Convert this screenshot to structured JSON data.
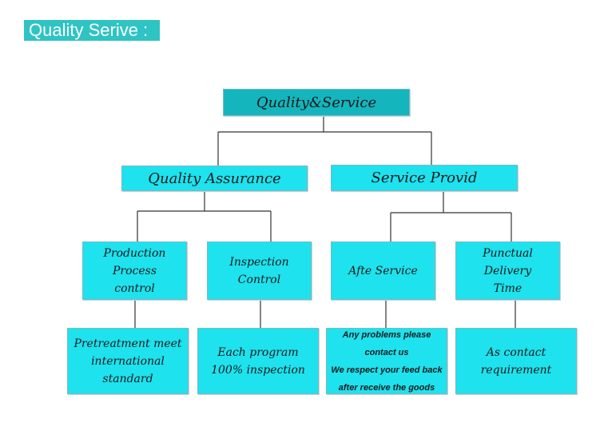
{
  "banner": {
    "title": "Quality Serive :"
  },
  "chart": {
    "root": "Quality&Service",
    "quality_assurance": {
      "label": "Quality Assurance",
      "production": {
        "line1": "Production",
        "line2": "Process",
        "line3": "control"
      },
      "production_detail": {
        "line1": "Pretreatment meet",
        "line2": "international",
        "line3": "standard"
      },
      "inspection": {
        "line1": "Inspection",
        "line2": "Control"
      },
      "inspection_detail": {
        "line1": "Each program",
        "line2": "100%  inspection"
      }
    },
    "service_provid": {
      "label": "Service Provid",
      "after_service": {
        "label": "Afte Service"
      },
      "after_service_detail": {
        "line1": "Any problems please",
        "line2": "contact us",
        "line3": "We respect your feed back",
        "line4": "after receive the goods"
      },
      "punctual": {
        "line1": "Punctual",
        "line2": "Delivery",
        "line3": "Time"
      },
      "punctual_detail": {
        "line1": "As contact",
        "line2": "requirement"
      }
    }
  },
  "colors": {
    "banner": "#2ec4c4",
    "root_box": "#15b5bd",
    "box": "#1ee2ee",
    "line": "#333333"
  }
}
